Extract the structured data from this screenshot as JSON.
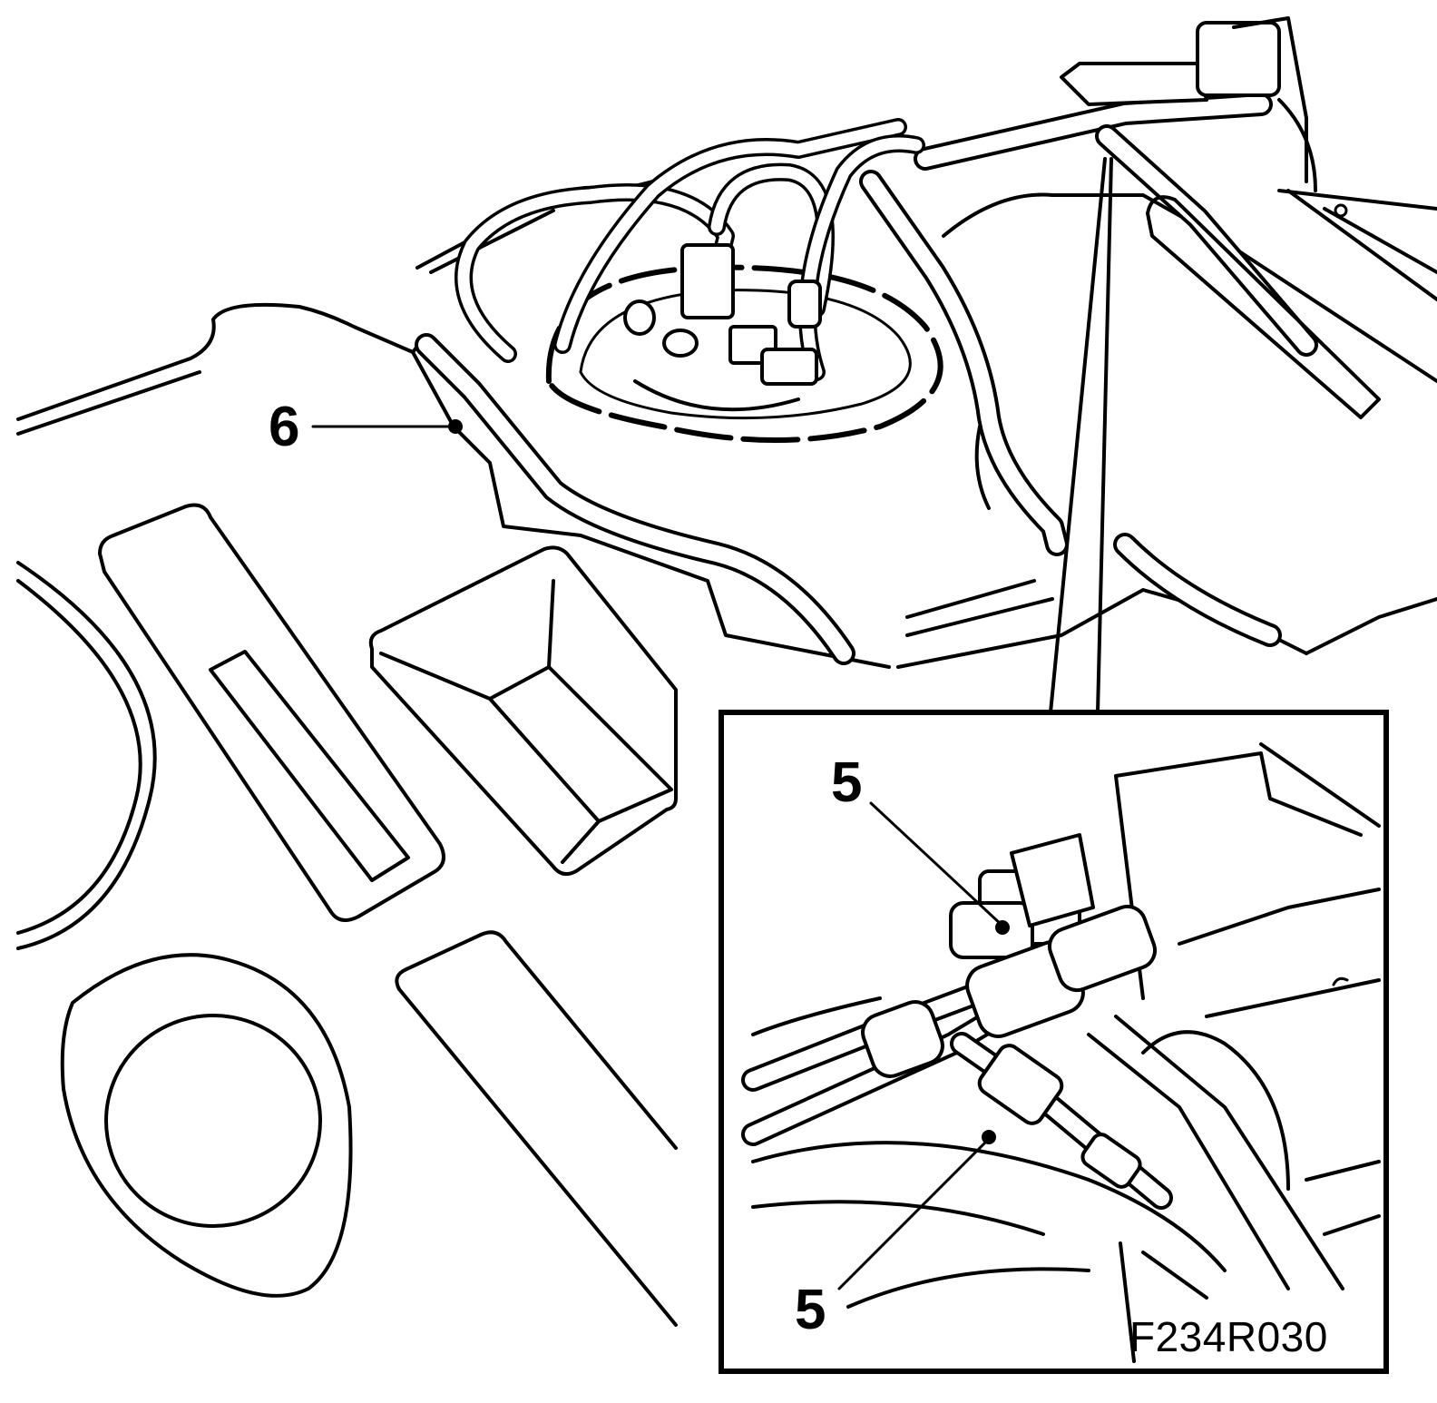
{
  "figure": {
    "code": "F234R030"
  },
  "callouts": [
    {
      "id": "callout-6",
      "label": "6"
    },
    {
      "id": "callout-5-upper",
      "label": "5"
    },
    {
      "id": "callout-5-lower",
      "label": "5"
    }
  ],
  "colors": {
    "line": "#000000",
    "background": "#ffffff"
  }
}
